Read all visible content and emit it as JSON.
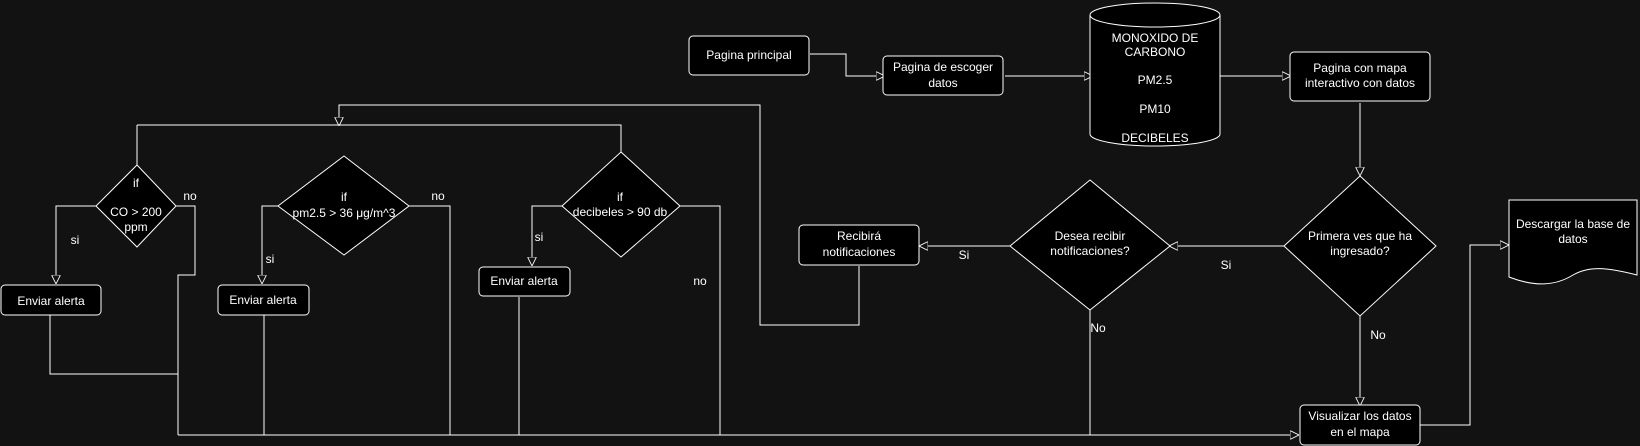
{
  "colors": {
    "background": "#121212",
    "node_fill": "#000000",
    "stroke": "#ffffff",
    "text": "#ffffff"
  },
  "nodes": {
    "pagina_principal": "Pagina principal",
    "pagina_escoger": [
      "Pagina de escoger",
      "datos"
    ],
    "database": [
      "MONOXIDO DE",
      "CARBONO",
      "PM2.5",
      "PM10",
      "DECIBELES"
    ],
    "pagina_mapa": [
      "Pagina con mapa",
      "interactivo con datos"
    ],
    "primera_vez": [
      "Primera ves que ha",
      "ingresado?"
    ],
    "desea_recibir": [
      "Desea recibir",
      "notificaciones?"
    ],
    "recibira": [
      "Recibirá",
      "notificaciones"
    ],
    "visualizar": [
      "Visualizar los datos",
      "en el mapa"
    ],
    "descargar": [
      "Descargar la base de",
      "datos"
    ],
    "decision_co": [
      "if",
      "CO > 200",
      "ppm"
    ],
    "decision_pm": [
      "if",
      "pm2.5 > 36 μg/m^3"
    ],
    "decision_db": [
      "if",
      "decibeles > 90 db"
    ],
    "alerta_1": "Enviar alerta",
    "alerta_2": "Enviar alerta",
    "alerta_3": "Enviar alerta"
  },
  "edge_labels": {
    "co_si": "si",
    "co_no": "no",
    "pm_si": "si",
    "pm_no": "no",
    "db_si": "si",
    "db_no": "no",
    "desea_si": "Si",
    "desea_no": "No",
    "primera_si": "Si",
    "primera_no": "No"
  }
}
